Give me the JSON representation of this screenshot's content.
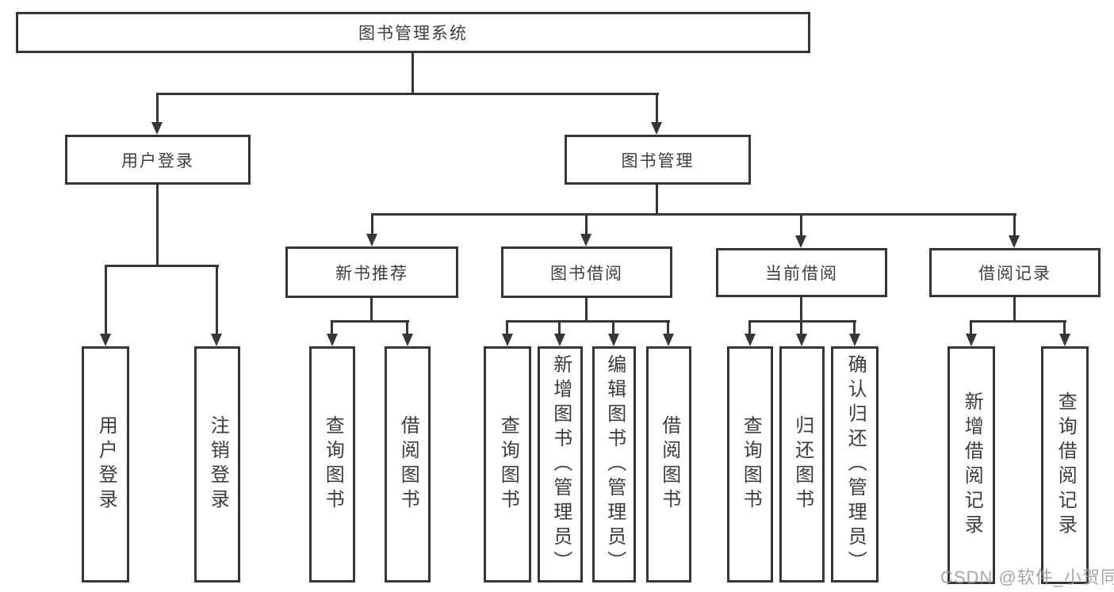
{
  "colors": {
    "line": "#363636",
    "text": "#3d3d3d",
    "watermark_gray": "#969696",
    "background": "#ffffff"
  },
  "watermark": {
    "text": "CSDN @软件_小贺同学"
  },
  "nodes": {
    "root": {
      "label": "图书管理系统"
    },
    "user_login": {
      "label": "用户登录",
      "children": [
        {
          "label": "用户登录"
        },
        {
          "label": "注销登录"
        }
      ]
    },
    "book_mgmt": {
      "label": "图书管理"
    },
    "new_book": {
      "label": "新书推荐",
      "children": [
        {
          "label": "查询图书"
        },
        {
          "label": "借阅图书"
        }
      ]
    },
    "book_borrow": {
      "label": "图书借阅",
      "children": [
        {
          "label": "查询图书"
        },
        {
          "label": "新增图书（管理员）"
        },
        {
          "label": "编辑图书（管理员）"
        },
        {
          "label": "借阅图书"
        }
      ]
    },
    "current_borrow": {
      "label": "当前借阅",
      "children": [
        {
          "label": "查询图书"
        },
        {
          "label": "归还图书"
        },
        {
          "label": "确认归还（管理员）"
        }
      ]
    },
    "borrow_record": {
      "label": "借阅记录",
      "children": [
        {
          "label": "新增借阅记录"
        },
        {
          "label": "查询借阅记录"
        }
      ]
    }
  }
}
